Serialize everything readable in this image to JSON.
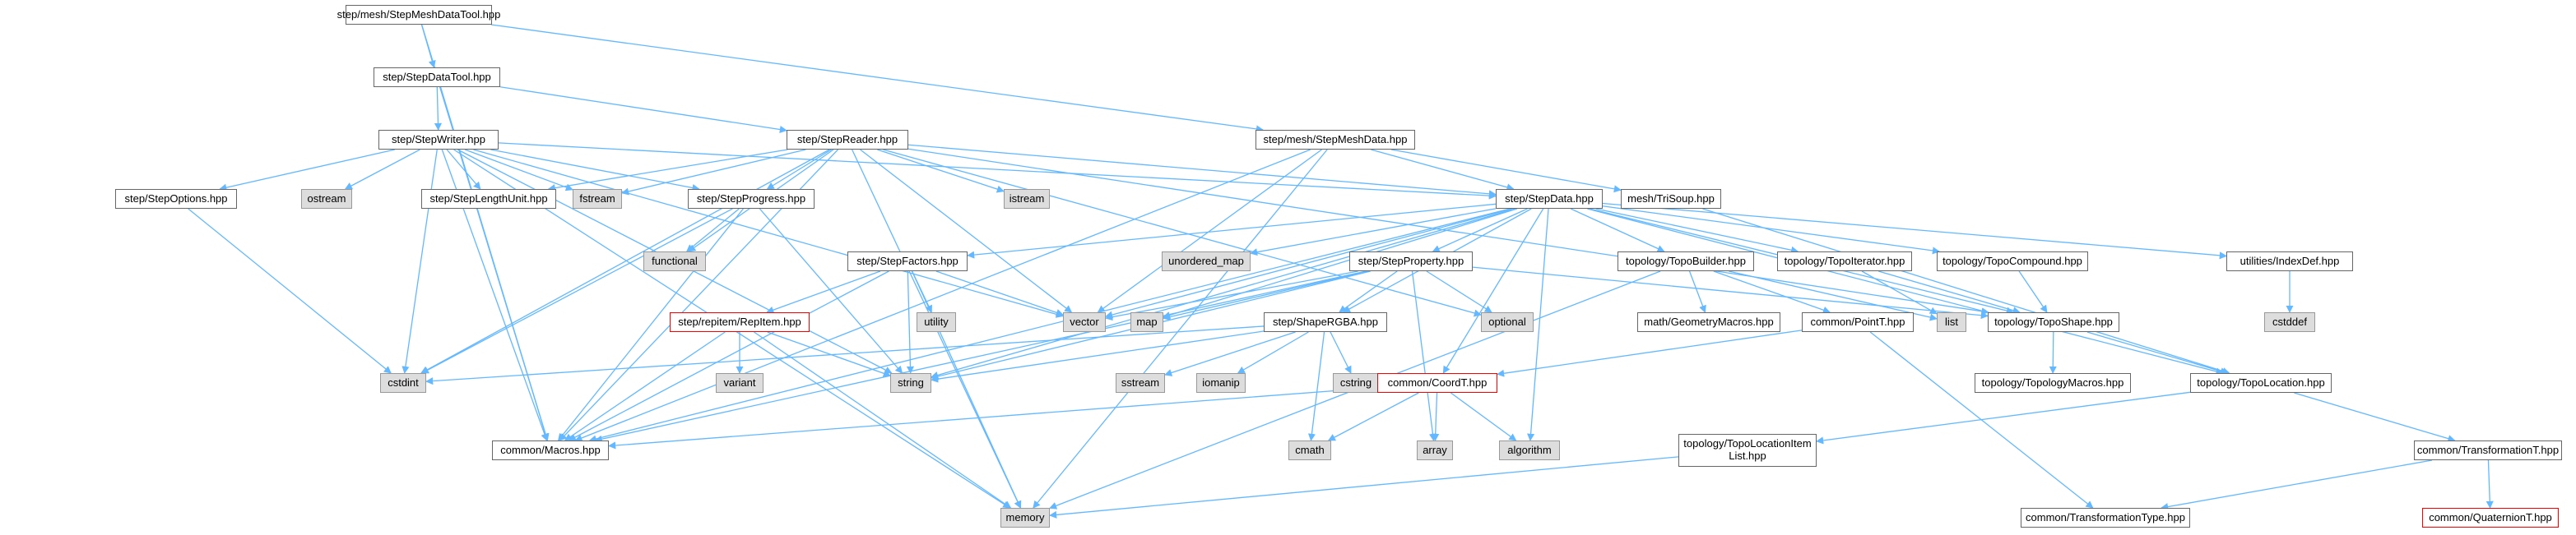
{
  "graph": {
    "edge_color": "#63b8ff",
    "nodes": {
      "root": {
        "label": "step/mesh/StepMeshDataTool.hpp",
        "kind": "root"
      },
      "stepdatatool": {
        "label": "step/StepDataTool.hpp",
        "kind": "file"
      },
      "stepwriter": {
        "label": "step/StepWriter.hpp",
        "kind": "file"
      },
      "stepreader": {
        "label": "step/StepReader.hpp",
        "kind": "file"
      },
      "stepmeshdata": {
        "label": "step/mesh/StepMeshData.hpp",
        "kind": "file"
      },
      "stepoptions": {
        "label": "step/StepOptions.hpp",
        "kind": "file"
      },
      "ostream": {
        "label": "ostream",
        "kind": "system"
      },
      "steplengthunit": {
        "label": "step/StepLengthUnit.hpp",
        "kind": "file"
      },
      "fstream": {
        "label": "fstream",
        "kind": "system"
      },
      "stepprogress": {
        "label": "step/StepProgress.hpp",
        "kind": "file"
      },
      "istream": {
        "label": "istream",
        "kind": "system"
      },
      "stepdata": {
        "label": "step/StepData.hpp",
        "kind": "file"
      },
      "trisoup": {
        "label": "mesh/TriSoup.hpp",
        "kind": "file"
      },
      "functional": {
        "label": "functional",
        "kind": "system"
      },
      "stepfactors": {
        "label": "step/StepFactors.hpp",
        "kind": "file"
      },
      "unordered_map": {
        "label": "unordered_map",
        "kind": "system"
      },
      "stepproperty": {
        "label": "step/StepProperty.hpp",
        "kind": "file"
      },
      "topobuilder": {
        "label": "topology/TopoBuilder.hpp",
        "kind": "file"
      },
      "topoiterator": {
        "label": "topology/TopoIterator.hpp",
        "kind": "file"
      },
      "topocompound": {
        "label": "topology/TopoCompound.hpp",
        "kind": "file"
      },
      "indexdef": {
        "label": "utilities/IndexDef.hpp",
        "kind": "file"
      },
      "cstddef": {
        "label": "cstddef",
        "kind": "system"
      },
      "repitem": {
        "label": "step/repitem/RepItem.hpp",
        "kind": "red"
      },
      "utility": {
        "label": "utility",
        "kind": "system"
      },
      "vector": {
        "label": "vector",
        "kind": "system"
      },
      "map": {
        "label": "map",
        "kind": "system"
      },
      "optional": {
        "label": "optional",
        "kind": "system"
      },
      "list": {
        "label": "list",
        "kind": "system"
      },
      "geometrymacros": {
        "label": "math/GeometryMacros.hpp",
        "kind": "file"
      },
      "pointt": {
        "label": "common/PointT.hpp",
        "kind": "file"
      },
      "toposhape": {
        "label": "topology/TopoShape.hpp",
        "kind": "file"
      },
      "shapergba": {
        "label": "step/ShapeRGBA.hpp",
        "kind": "file"
      },
      "variant": {
        "label": "variant",
        "kind": "system"
      },
      "cstdint": {
        "label": "cstdint",
        "kind": "system"
      },
      "string": {
        "label": "string",
        "kind": "system"
      },
      "sstream": {
        "label": "sstream",
        "kind": "system"
      },
      "iomanip": {
        "label": "iomanip",
        "kind": "system"
      },
      "cstring": {
        "label": "cstring",
        "kind": "system"
      },
      "coordt": {
        "label": "common/CoordT.hpp",
        "kind": "red"
      },
      "topologymacros": {
        "label": "topology/TopologyMacros.hpp",
        "kind": "file"
      },
      "topolocation": {
        "label": "topology/TopoLocation.hpp",
        "kind": "file"
      },
      "macros": {
        "label": "common/Macros.hpp",
        "kind": "file"
      },
      "cmath": {
        "label": "cmath",
        "kind": "system"
      },
      "array": {
        "label": "array",
        "kind": "system"
      },
      "algorithm": {
        "label": "algorithm",
        "kind": "system"
      },
      "topolocationitemlist": {
        "label": "topology/TopoLocationItem\nList.hpp",
        "kind": "file"
      },
      "transformationt": {
        "label": "common/TransformationT.hpp",
        "kind": "file"
      },
      "memory": {
        "label": "memory",
        "kind": "system"
      },
      "transformationtype": {
        "label": "common/TransformationType.hpp",
        "kind": "file"
      },
      "quaterniont": {
        "label": "common/QuaternionT.hpp",
        "kind": "red"
      }
    },
    "edges": [
      [
        "root",
        "stepdatatool"
      ],
      [
        "root",
        "stepmeshdata"
      ],
      [
        "root",
        "macros"
      ],
      [
        "stepdatatool",
        "stepwriter"
      ],
      [
        "stepdatatool",
        "stepreader"
      ],
      [
        "stepdatatool",
        "macros"
      ],
      [
        "stepwriter",
        "stepoptions"
      ],
      [
        "stepwriter",
        "ostream"
      ],
      [
        "stepwriter",
        "steplengthunit"
      ],
      [
        "stepwriter",
        "fstream"
      ],
      [
        "stepwriter",
        "stepprogress"
      ],
      [
        "stepwriter",
        "stepdata"
      ],
      [
        "stepwriter",
        "cstdint"
      ],
      [
        "stepwriter",
        "macros"
      ],
      [
        "stepwriter",
        "memory"
      ],
      [
        "stepwriter",
        "vector"
      ],
      [
        "stepwriter",
        "string"
      ],
      [
        "stepreader",
        "steplengthunit"
      ],
      [
        "stepreader",
        "fstream"
      ],
      [
        "stepreader",
        "istream"
      ],
      [
        "stepreader",
        "stepprogress"
      ],
      [
        "stepreader",
        "stepdata"
      ],
      [
        "stepreader",
        "functional"
      ],
      [
        "stepreader",
        "vector"
      ],
      [
        "stepreader",
        "cstdint"
      ],
      [
        "stepreader",
        "macros"
      ],
      [
        "stepreader",
        "memory"
      ],
      [
        "stepreader",
        "optional"
      ],
      [
        "stepreader",
        "toposhape"
      ],
      [
        "stepmeshdata",
        "stepdata"
      ],
      [
        "stepmeshdata",
        "trisoup"
      ],
      [
        "stepmeshdata",
        "vector"
      ],
      [
        "stepmeshdata",
        "memory"
      ],
      [
        "stepmeshdata",
        "macros"
      ],
      [
        "stepoptions",
        "cstdint"
      ],
      [
        "stepprogress",
        "functional"
      ],
      [
        "stepprogress",
        "cstdint"
      ],
      [
        "stepprogress",
        "macros"
      ],
      [
        "stepprogress",
        "string"
      ],
      [
        "stepdata",
        "stepfactors"
      ],
      [
        "stepdata",
        "unordered_map"
      ],
      [
        "stepdata",
        "stepproperty"
      ],
      [
        "stepdata",
        "topobuilder"
      ],
      [
        "stepdata",
        "topoiterator"
      ],
      [
        "stepdata",
        "topocompound"
      ],
      [
        "stepdata",
        "indexdef"
      ],
      [
        "stepdata",
        "vector"
      ],
      [
        "stepdata",
        "map"
      ],
      [
        "stepdata",
        "shapergba"
      ],
      [
        "stepdata",
        "string"
      ],
      [
        "stepdata",
        "macros"
      ],
      [
        "stepdata",
        "toposhape"
      ],
      [
        "stepdata",
        "topolocation"
      ],
      [
        "stepdata",
        "coordt"
      ],
      [
        "stepdata",
        "algorithm"
      ],
      [
        "trisoup",
        "topolocation"
      ],
      [
        "stepfactors",
        "repitem"
      ],
      [
        "stepfactors",
        "utility"
      ],
      [
        "stepfactors",
        "vector"
      ],
      [
        "stepfactors",
        "string"
      ],
      [
        "stepfactors",
        "memory"
      ],
      [
        "stepfactors",
        "macros"
      ],
      [
        "stepproperty",
        "vector"
      ],
      [
        "stepproperty",
        "map"
      ],
      [
        "stepproperty",
        "optional"
      ],
      [
        "stepproperty",
        "shapergba"
      ],
      [
        "stepproperty",
        "string"
      ],
      [
        "stepproperty",
        "macros"
      ],
      [
        "stepproperty",
        "array"
      ],
      [
        "stepproperty",
        "toposhape"
      ],
      [
        "topobuilder",
        "geometrymacros"
      ],
      [
        "topobuilder",
        "pointt"
      ],
      [
        "topobuilder",
        "list"
      ],
      [
        "topobuilder",
        "memory"
      ],
      [
        "topoiterator",
        "list"
      ],
      [
        "topoiterator",
        "toposhape"
      ],
      [
        "topocompound",
        "toposhape"
      ],
      [
        "indexdef",
        "cstddef"
      ],
      [
        "repitem",
        "variant"
      ],
      [
        "repitem",
        "string"
      ],
      [
        "repitem",
        "memory"
      ],
      [
        "repitem",
        "macros"
      ],
      [
        "pointt",
        "coordt"
      ],
      [
        "pointt",
        "transformationtype"
      ],
      [
        "toposhape",
        "topologymacros"
      ],
      [
        "toposhape",
        "topolocation"
      ],
      [
        "shapergba",
        "cstdint"
      ],
      [
        "shapergba",
        "string"
      ],
      [
        "shapergba",
        "sstream"
      ],
      [
        "shapergba",
        "iomanip"
      ],
      [
        "shapergba",
        "cstring"
      ],
      [
        "shapergba",
        "cmath"
      ],
      [
        "coordt",
        "macros"
      ],
      [
        "coordt",
        "cmath"
      ],
      [
        "coordt",
        "array"
      ],
      [
        "coordt",
        "algorithm"
      ],
      [
        "topolocation",
        "topolocationitemlist"
      ],
      [
        "topolocation",
        "transformationt"
      ],
      [
        "topolocationitemlist",
        "memory"
      ],
      [
        "transformationt",
        "transformationtype"
      ],
      [
        "transformationt",
        "quaterniont"
      ]
    ]
  }
}
